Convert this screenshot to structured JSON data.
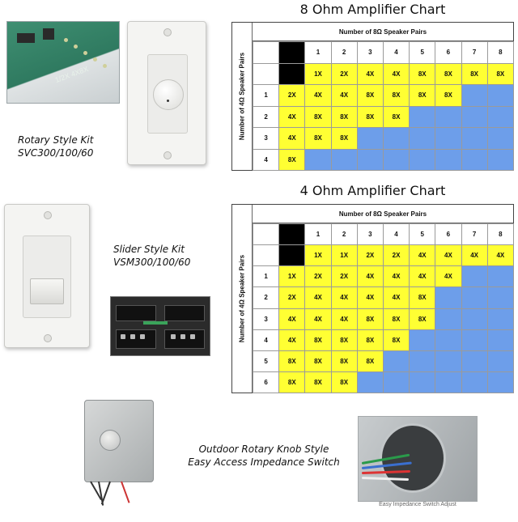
{
  "captions": {
    "rotary_line1": "Rotary Style Kit",
    "rotary_line2": "SVC300/100/60",
    "slider_line1": "Slider Style Kit",
    "slider_line2": "VSM300/100/60",
    "outdoor_line1": "Outdoor Rotary Knob Style",
    "outdoor_line2": "Easy Access Impedance Switch",
    "inside_caption": "Easy Impedance Switch Adjust",
    "pcb_print": "1/2X 4X8X"
  },
  "chart8": {
    "title": "8 Ohm Amplifier Chart",
    "col_header": "Number of 8Ω Speaker Pairs",
    "row_header": "Number of 4Ω Speaker Pairs",
    "cols": [
      "1",
      "2",
      "3",
      "4",
      "5",
      "6",
      "7",
      "8"
    ],
    "rows": [
      "1",
      "2",
      "3",
      "4"
    ],
    "row0": [
      "1X",
      "2X",
      "4X",
      "4X",
      "8X",
      "8X",
      "8X",
      "8X"
    ],
    "row_cells": [
      [
        "2X",
        "4X",
        "4X",
        "8X",
        "8X",
        "8X",
        "8X",
        ""
      ],
      [
        "4X",
        "8X",
        "8X",
        "8X",
        "8X",
        "",
        "",
        ""
      ],
      [
        "4X",
        "8X",
        "8X",
        "",
        "",
        "",
        "",
        ""
      ],
      [
        "8X",
        "",
        "",
        "",
        "",
        "",
        "",
        ""
      ]
    ],
    "colors": {
      "yellow": "#ffff33",
      "blue": "#6d9eea",
      "black": "#000000"
    }
  },
  "chart4": {
    "title": "4 Ohm Amplifier Chart",
    "col_header": "Number of 8Ω Speaker Pairs",
    "row_header": "Number of 4Ω Speaker Pairs",
    "cols": [
      "1",
      "2",
      "3",
      "4",
      "5",
      "6",
      "7",
      "8"
    ],
    "rows": [
      "1",
      "2",
      "3",
      "4",
      "5",
      "6"
    ],
    "row0": [
      "1X",
      "1X",
      "2X",
      "2X",
      "4X",
      "4X",
      "4X",
      "4X"
    ],
    "row_cells": [
      [
        "1X",
        "2X",
        "2X",
        "4X",
        "4X",
        "4X",
        "4X",
        ""
      ],
      [
        "2X",
        "4X",
        "4X",
        "4X",
        "4X",
        "8X",
        "",
        ""
      ],
      [
        "4X",
        "4X",
        "4X",
        "8X",
        "8X",
        "8X",
        "",
        ""
      ],
      [
        "4X",
        "8X",
        "8X",
        "8X",
        "8X",
        "",
        "",
        ""
      ],
      [
        "8X",
        "8X",
        "8X",
        "8X",
        "",
        "",
        "",
        ""
      ],
      [
        "8X",
        "8X",
        "8X",
        "",
        "",
        "",
        "",
        ""
      ]
    ]
  }
}
